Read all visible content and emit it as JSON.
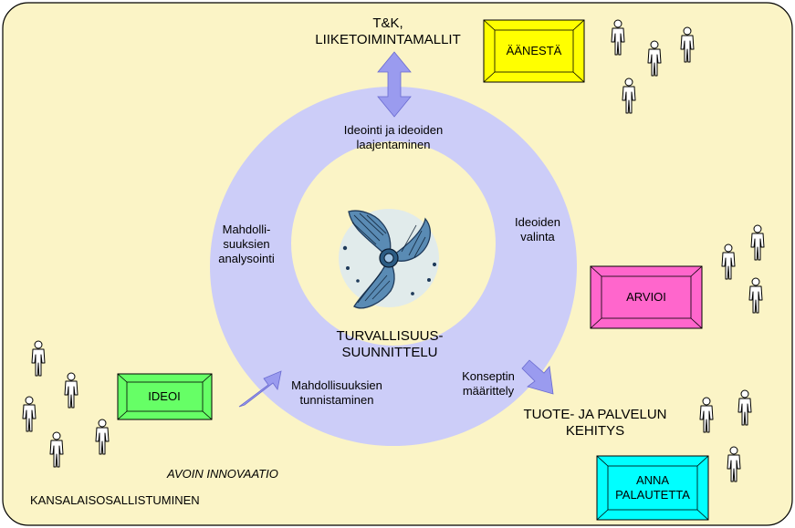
{
  "top_label": [
    "T&K,",
    "LIIKETOIMINTAMALLIT"
  ],
  "ring_labels": {
    "ideointi": [
      "Ideointi ja ideoiden",
      "laajentaminen"
    ],
    "valinta": [
      "Ideoiden",
      "valinta"
    ],
    "analysointi": [
      "Mahdolli-",
      "suuksien",
      "analysointi"
    ],
    "tunnistaminen": [
      "Mahdollisuuksien",
      "tunnistaminen"
    ],
    "konseptin": [
      "Konseptin",
      "määrittely"
    ]
  },
  "center_label": [
    "TURVALLISUUS-",
    "SUUNNITTELU"
  ],
  "product_label": [
    "TUOTE- JA PALVELUN",
    "KEHITYS"
  ],
  "avoin": "AVOIN INNOVAATIO",
  "kansalais": "KANSALAISOSALLISTUMINEN",
  "boxes": {
    "aanesta": "ÄÄNESTÄ",
    "arvioi": "ARVIOI",
    "ideoi": "IDEOI",
    "anna": [
      "ANNA",
      "PALAUTETTA"
    ]
  },
  "colors": {
    "background": "#fbf4c6",
    "ring": "#cccdf8",
    "arrow": "#9a9bef",
    "aanesta": "#ffff00",
    "arvioi": "#ff66cc",
    "ideoi": "#66ff66",
    "anna": "#00ffff"
  }
}
